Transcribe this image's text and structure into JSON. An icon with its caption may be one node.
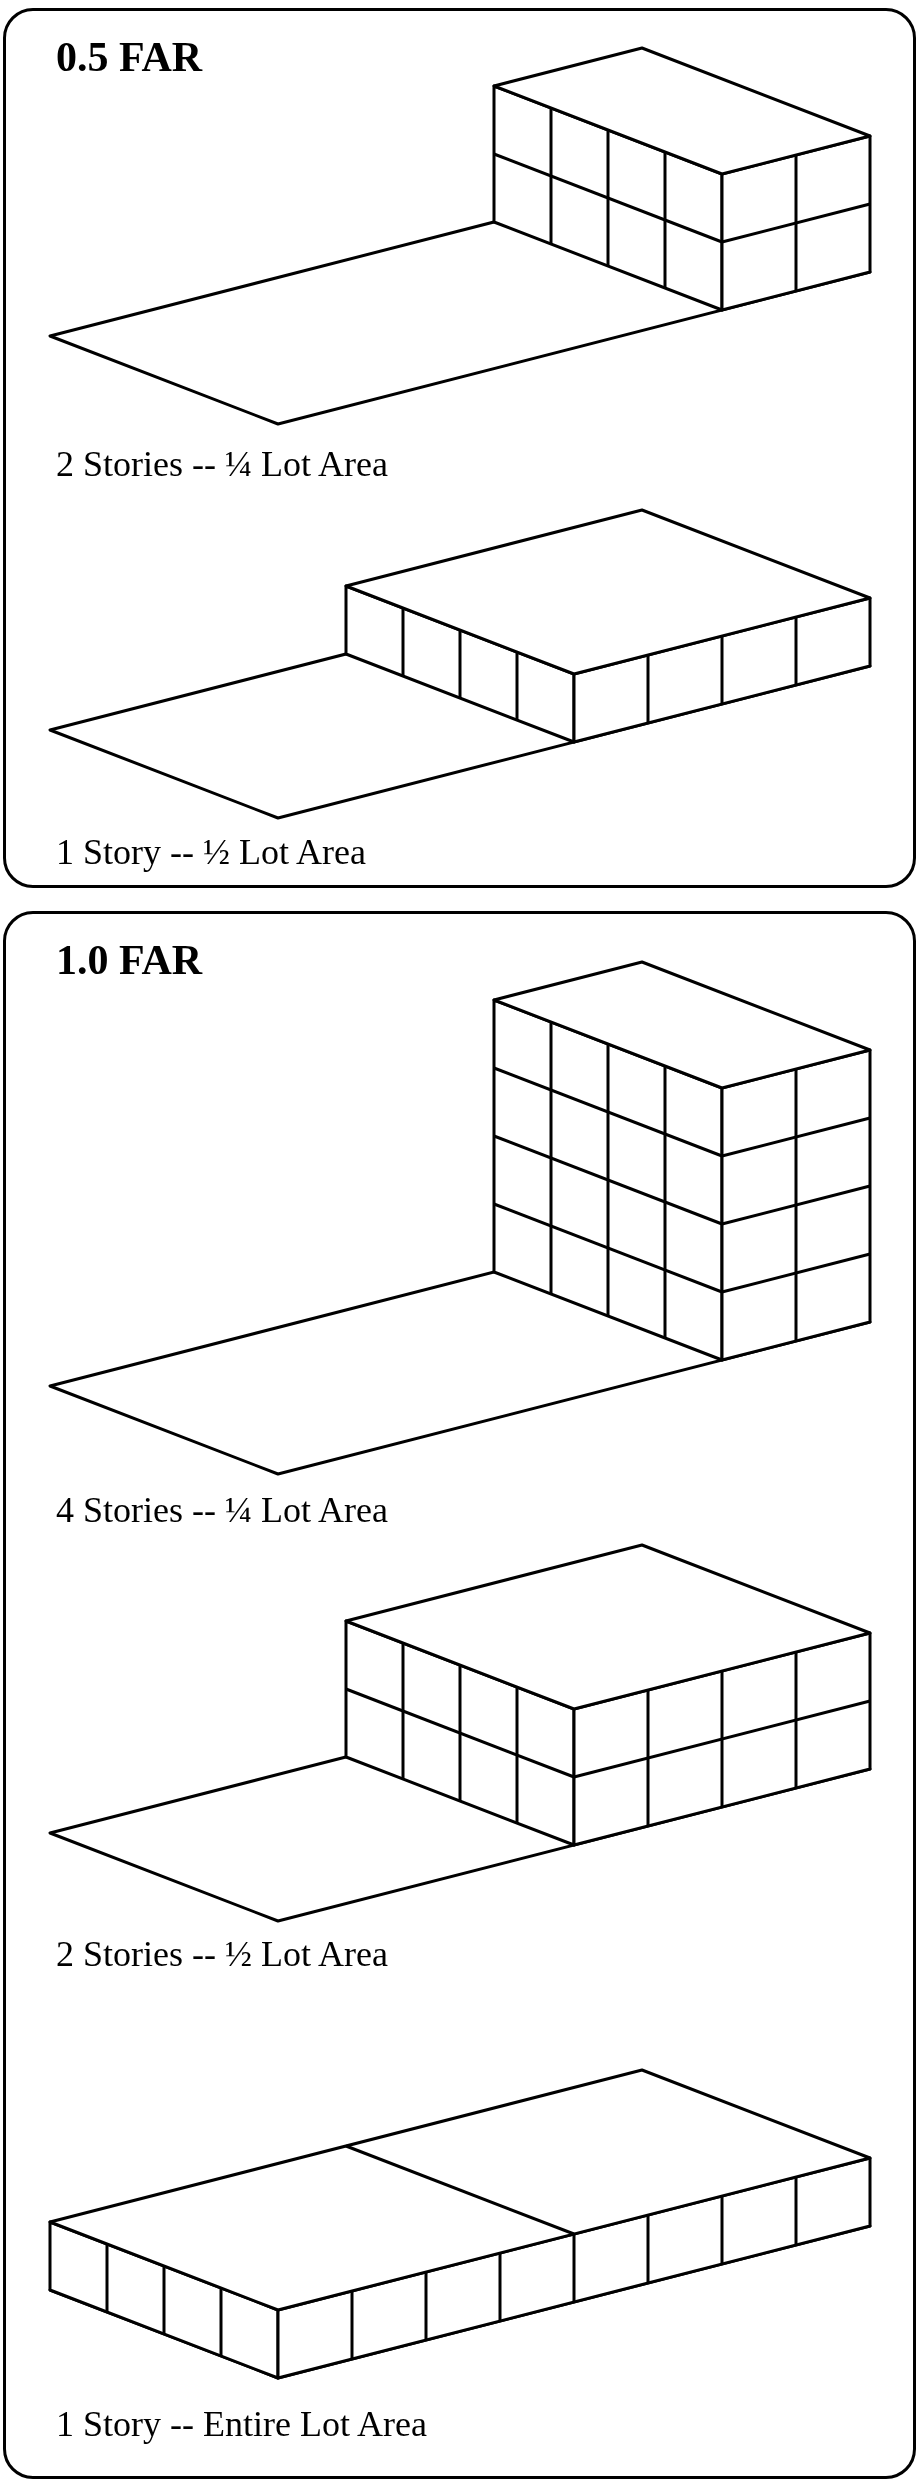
{
  "diagram": {
    "nodes": [
      {
        "text": [
          "0.5 FAR",
          "2 Stories -- ¼ Lot Area",
          "1 Story -- ½ Lot Area"
        ]
      },
      {
        "text": [
          "1.0 FAR",
          "4 Stories -- ¼ Lot Area",
          "2 Stories -- ½ Lot Area",
          "1 Story -- Entire Lot Area"
        ]
      }
    ]
  }
}
